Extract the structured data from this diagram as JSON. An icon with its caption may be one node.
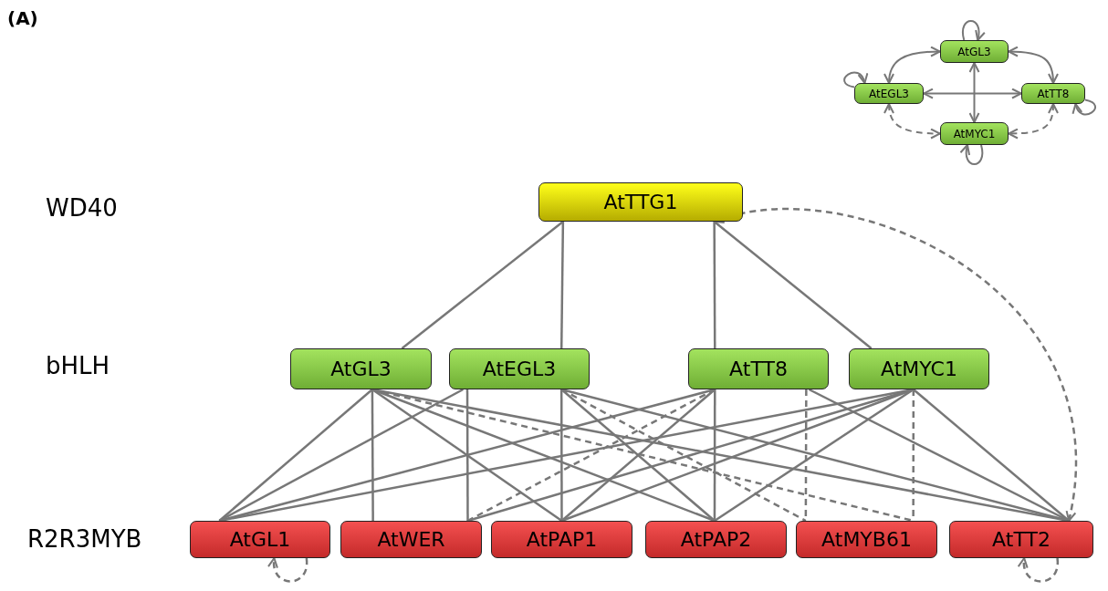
{
  "diagram": {
    "nodes": [
      {
        "text": [
          "AtGL3"
        ]
      },
      {
        "text": [
          "AtEGL3"
        ]
      },
      {
        "text": [
          "AtTT8"
        ]
      },
      {
        "text": [
          "AtMYC1"
        ]
      },
      {
        "text": [
          "AtTTG1"
        ]
      },
      {
        "text": [
          "AtGL3"
        ]
      },
      {
        "text": [
          "AtEGL3"
        ]
      },
      {
        "text": [
          "AtTT8"
        ]
      },
      {
        "text": [
          "AtMYC1"
        ]
      },
      {
        "text": [
          "AtGL1"
        ]
      },
      {
        "text": [
          "AtWER"
        ]
      },
      {
        "text": [
          "AtPAP1"
        ]
      },
      {
        "text": [
          "AtPAP2"
        ]
      },
      {
        "text": [
          "AtMYB61"
        ]
      },
      {
        "text": [
          "AtTT2"
        ]
      }
    ],
    "edges": [
      {
        "from": 0,
        "to": 0,
        "arrow": "to"
      },
      {
        "from": 1,
        "to": 1,
        "arrow": "to"
      },
      {
        "from": 2,
        "to": 2,
        "arrow": "to"
      },
      {
        "from": 3,
        "to": 3,
        "arrow": "to"
      },
      {
        "from": 0,
        "to": 1,
        "arrow": "both"
      },
      {
        "from": 0,
        "to": 2,
        "arrow": "both"
      },
      {
        "from": 0,
        "to": 3,
        "arrow": "both"
      },
      {
        "from": 1,
        "to": 2,
        "arrow": "both"
      },
      {
        "from": 1,
        "to": 3,
        "arrow": "both",
        "style": "dashed"
      },
      {
        "from": 2,
        "to": 3,
        "arrow": "both",
        "style": "dashed"
      },
      {
        "from": 4,
        "to": 5,
        "arrow": "none"
      },
      {
        "from": 4,
        "to": 6,
        "arrow": "none"
      },
      {
        "from": 4,
        "to": 7,
        "arrow": "none"
      },
      {
        "from": 4,
        "to": 8,
        "arrow": "none"
      },
      {
        "from": 5,
        "to": 9,
        "arrow": "none"
      },
      {
        "from": 5,
        "to": 10,
        "arrow": "none"
      },
      {
        "from": 5,
        "to": 11,
        "arrow": "none"
      },
      {
        "from": 5,
        "to": 12,
        "arrow": "none"
      },
      {
        "from": 5,
        "to": 13,
        "arrow": "none",
        "style": "dashed"
      },
      {
        "from": 5,
        "to": 14,
        "arrow": "none"
      },
      {
        "from": 6,
        "to": 9,
        "arrow": "none"
      },
      {
        "from": 6,
        "to": 10,
        "arrow": "none"
      },
      {
        "from": 6,
        "to": 11,
        "arrow": "none"
      },
      {
        "from": 6,
        "to": 12,
        "arrow": "none"
      },
      {
        "from": 6,
        "to": 13,
        "arrow": "none",
        "style": "dashed"
      },
      {
        "from": 6,
        "to": 14,
        "arrow": "none"
      },
      {
        "from": 7,
        "to": 9,
        "arrow": "none"
      },
      {
        "from": 7,
        "to": 10,
        "arrow": "none",
        "style": "dashed"
      },
      {
        "from": 7,
        "to": 11,
        "arrow": "none"
      },
      {
        "from": 7,
        "to": 12,
        "arrow": "none"
      },
      {
        "from": 7,
        "to": 13,
        "arrow": "none",
        "style": "dashed"
      },
      {
        "from": 7,
        "to": 14,
        "arrow": "none"
      },
      {
        "from": 8,
        "to": 9,
        "arrow": "none"
      },
      {
        "from": 8,
        "to": 10,
        "arrow": "none"
      },
      {
        "from": 8,
        "to": 11,
        "arrow": "none"
      },
      {
        "from": 8,
        "to": 12,
        "arrow": "none"
      },
      {
        "from": 8,
        "to": 13,
        "arrow": "none",
        "style": "dashed"
      },
      {
        "from": 8,
        "to": 14,
        "arrow": "none"
      },
      {
        "from": 14,
        "to": 4,
        "arrow": "both",
        "style": "dashed"
      },
      {
        "from": 9,
        "to": 9,
        "arrow": "to",
        "style": "dashed"
      },
      {
        "from": 14,
        "to": 14,
        "arrow": "to",
        "style": "dashed"
      }
    ],
    "labels": [
      "(A)",
      "WD40",
      "bHLH",
      "R2R3MYB"
    ]
  }
}
